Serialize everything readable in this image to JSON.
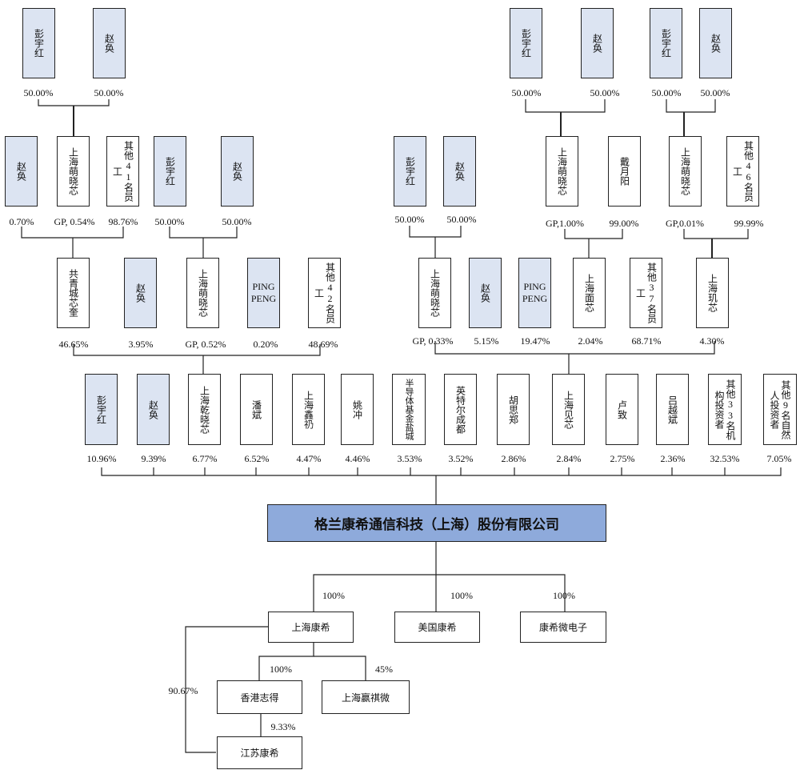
{
  "top_left_owners": [
    {
      "name": "彭宇红",
      "pct": "50.00%"
    },
    {
      "name": "赵奂",
      "pct": "50.00%"
    }
  ],
  "top_right_owners_a": [
    {
      "name": "彭宇红",
      "pct": "50.00%"
    },
    {
      "name": "赵奂",
      "pct": "50.00%"
    }
  ],
  "top_right_owners_b": [
    {
      "name": "彭宇红",
      "pct": "50.00%"
    },
    {
      "name": "赵奂",
      "pct": "50.00%"
    }
  ],
  "row2": [
    {
      "name": "赵奂",
      "pct": "0.70%"
    },
    {
      "name": "上海萌晓芯",
      "pct": "GP, 0.54%"
    },
    {
      "name": "其他41名员工",
      "pct": "98.76%"
    },
    {
      "name": "彭宇红",
      "pct": "50.00%"
    },
    {
      "name": "赵奂",
      "pct": "50.00%"
    },
    {
      "name": "彭宇红",
      "pct": "50.00%"
    },
    {
      "name": "赵奂",
      "pct": "50.00%"
    },
    {
      "name": "上海萌晓芯",
      "pct": "GP,1.00%"
    },
    {
      "name": "戴月阳",
      "pct": "99.00%"
    },
    {
      "name": "上海萌晓芯",
      "pct": "GP,0.01%"
    },
    {
      "name": "其他46名员工",
      "pct": "99.99%"
    }
  ],
  "row3": [
    {
      "name": "共青城芯奎",
      "pct": "46.65%"
    },
    {
      "name": "赵奂",
      "pct": "3.95%"
    },
    {
      "name": "上海萌晓芯",
      "pct": "GP, 0.52%"
    },
    {
      "name": "PING PENG",
      "pct": "0.20%"
    },
    {
      "name": "其他42名员工",
      "pct": "48.69%"
    },
    {
      "name": "上海萌晓芯",
      "pct": "GP, 0.33%"
    },
    {
      "name": "赵奂",
      "pct": "5.15%"
    },
    {
      "name": "PING PENG",
      "pct": "19.47%"
    },
    {
      "name": "上海面芯",
      "pct": "2.04%"
    },
    {
      "name": "其他37名员工",
      "pct": "68.71%"
    },
    {
      "name": "上海玑芯",
      "pct": "4.30%"
    }
  ],
  "row4": [
    {
      "name": "彭宇红",
      "pct": "10.96%"
    },
    {
      "name": "赵奂",
      "pct": "9.39%"
    },
    {
      "name": "上海乾晓芯",
      "pct": "6.77%"
    },
    {
      "name": "潘斌",
      "pct": "6.52%"
    },
    {
      "name": "上海鑫礽",
      "pct": "4.47%"
    },
    {
      "name": "姚冲",
      "pct": "4.46%"
    },
    {
      "name": "半导体基金盐城",
      "pct": "3.53%"
    },
    {
      "name": "英特尔成都",
      "pct": "3.52%"
    },
    {
      "name": "胡思郑",
      "pct": "2.86%"
    },
    {
      "name": "上海见芯",
      "pct": "2.84%"
    },
    {
      "name": "卢致",
      "pct": "2.75%"
    },
    {
      "name": "吕越斌",
      "pct": "2.36%"
    },
    {
      "name": "其他33名机构投资者",
      "pct": "32.53%"
    },
    {
      "name": "其他9名自然人投资者",
      "pct": "7.05%"
    }
  ],
  "company": "格兰康希通信科技（上海）股份有限公司",
  "subsidiaries": [
    {
      "name": "上海康希",
      "pct": "100%"
    },
    {
      "name": "美国康希",
      "pct": "100%"
    },
    {
      "name": "康希微电子",
      "pct": "100%"
    }
  ],
  "level2_subs": [
    {
      "name": "香港志得",
      "pct": "100%"
    },
    {
      "name": "上海赢祺微",
      "pct": "45%"
    }
  ],
  "jiangsu": {
    "name": "江苏康希",
    "pct_from_hk": "9.33%",
    "pct_from_sh": "90.67%"
  }
}
